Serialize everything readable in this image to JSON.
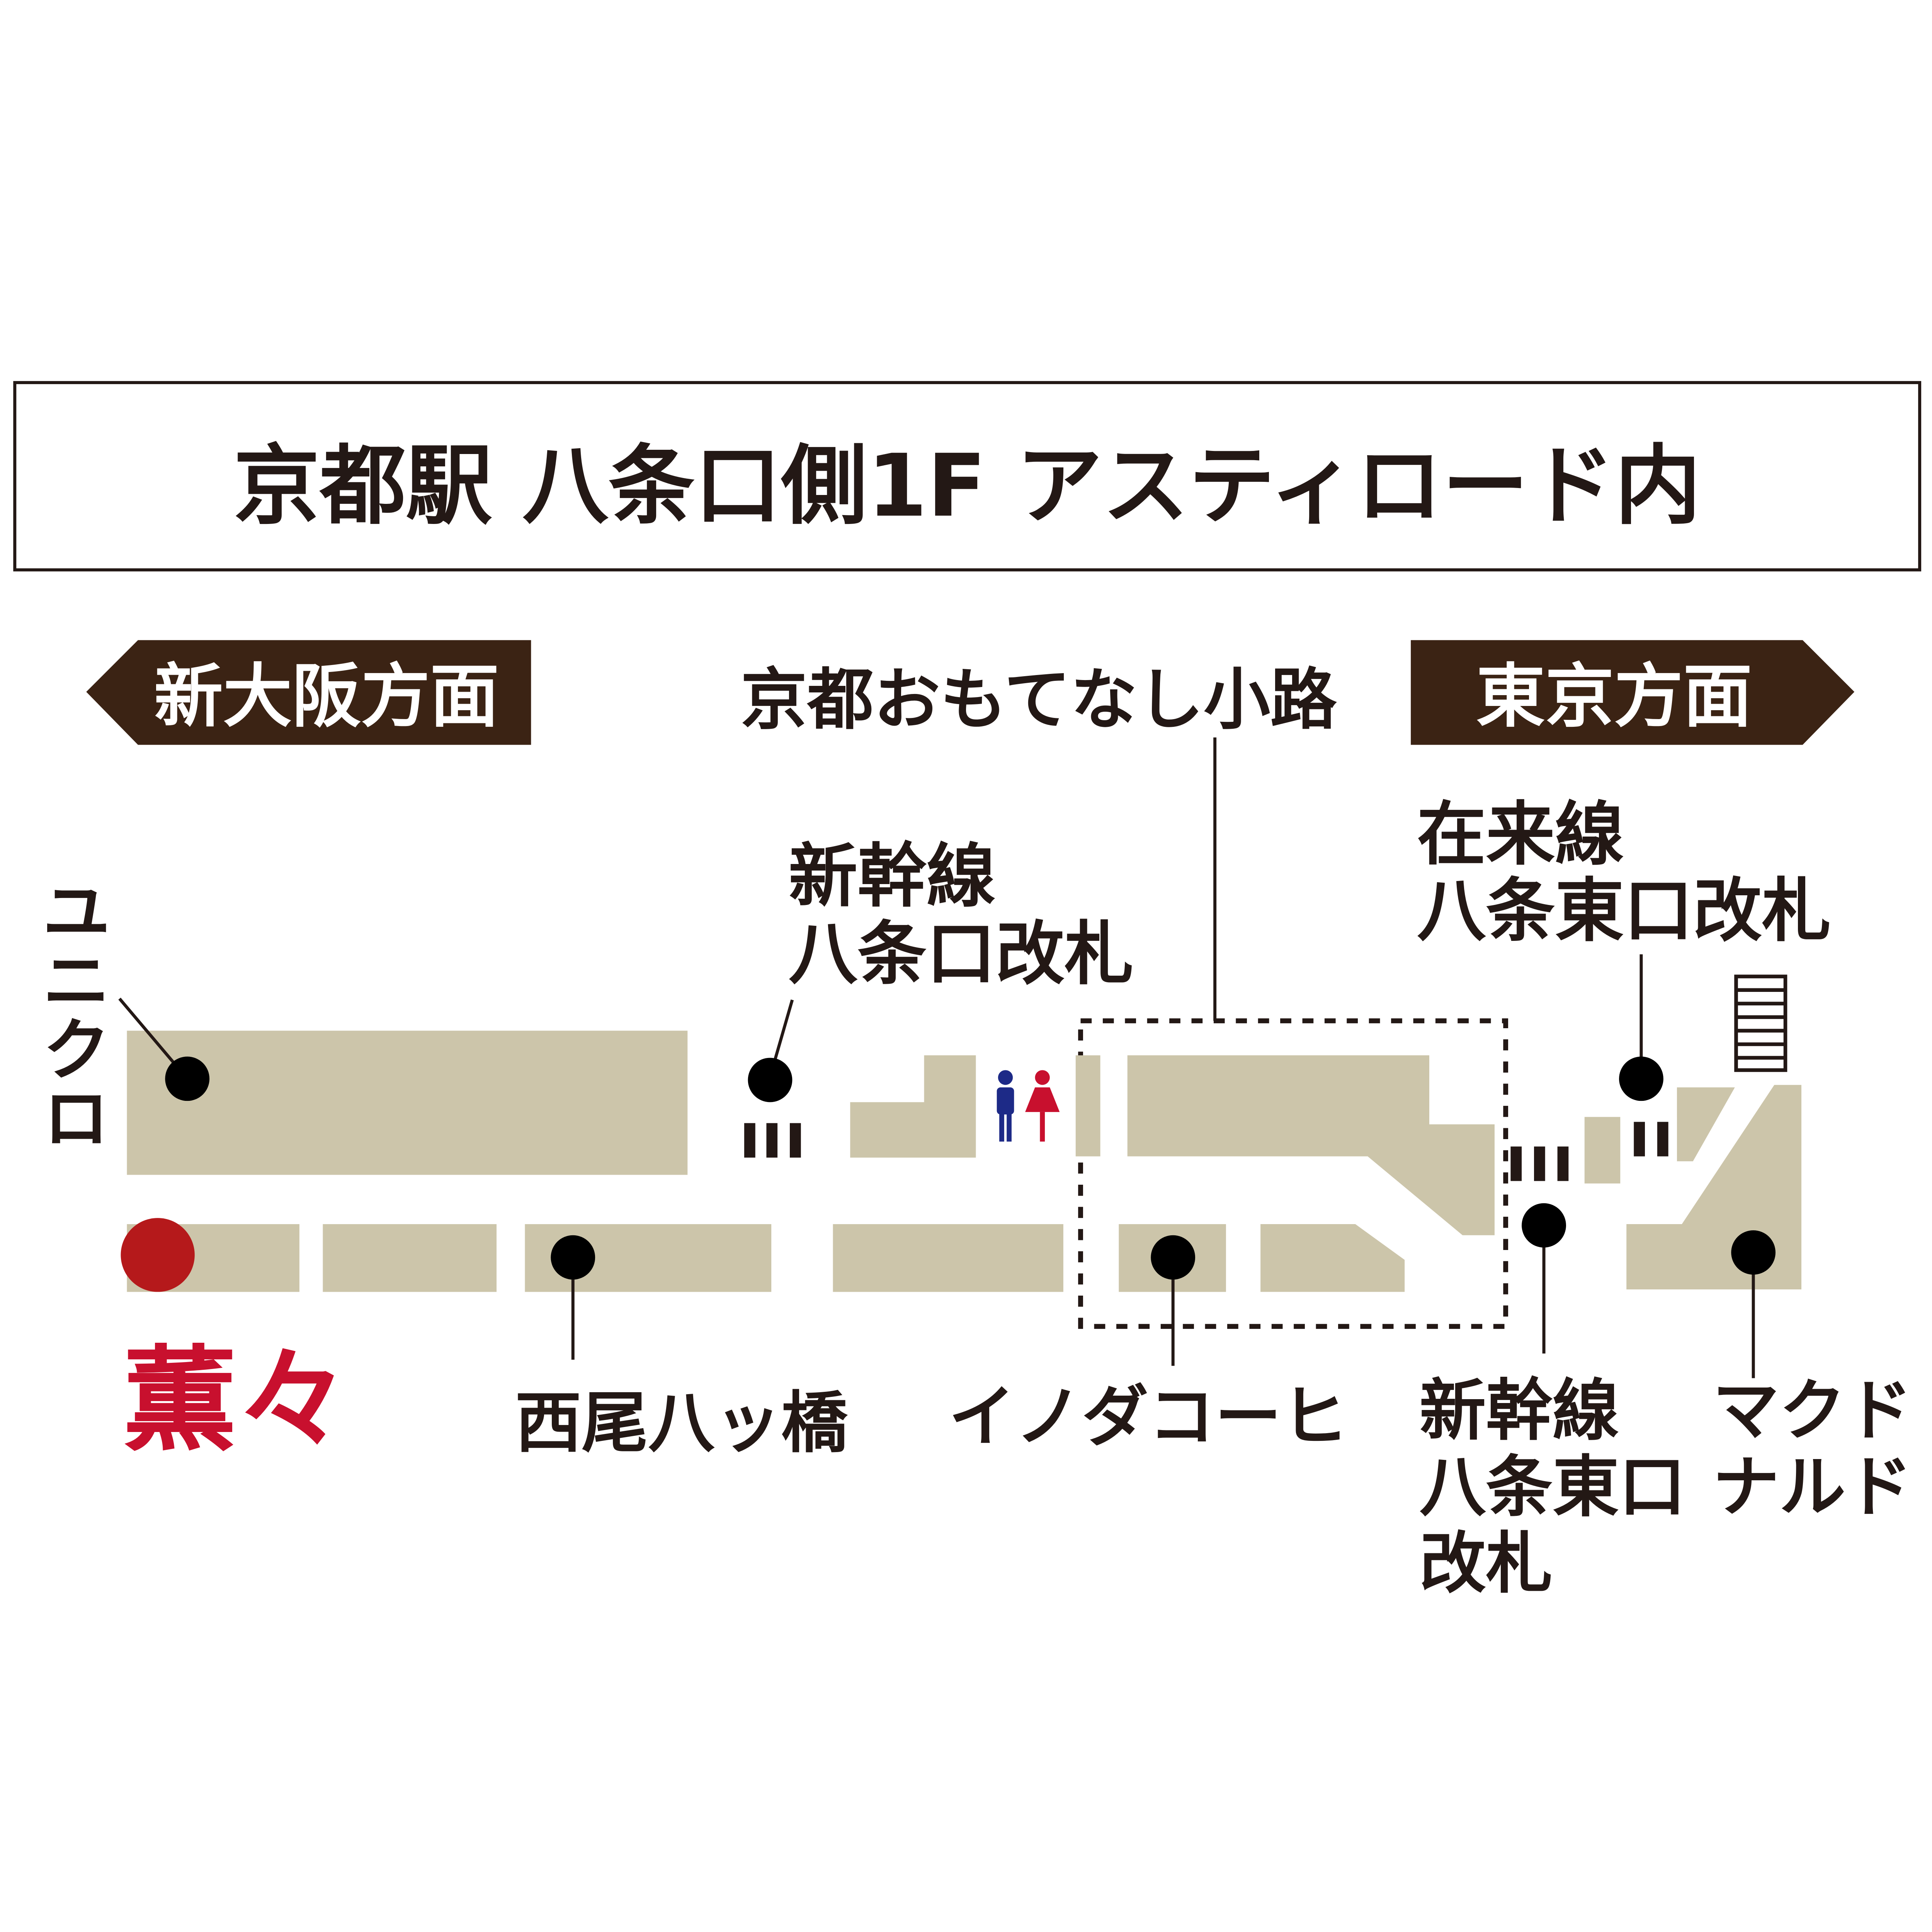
{
  "title": "京都駅 八条口側1F アスティロード内",
  "directions": {
    "west": "新大阪方面",
    "east": "東京方面"
  },
  "area_label": "京都おもてなし小路",
  "labels": {
    "uniqlo": "ユニクロ",
    "shinkansen_hachijo_gate": [
      "新幹線",
      "八条口改札"
    ],
    "zairaisen_hachijo_east_gate": [
      "在来線",
      "八条東口改札"
    ],
    "kaorukaoru": "薫々",
    "nishio_yatsuhashi": "西尾八ッ橋",
    "inoda_coffee": "イノダコーヒ",
    "shinkansen_hachijo_east_gate": [
      "新幹線",
      "八条東口",
      "改札"
    ],
    "mcdonalds": [
      "マクド",
      "ナルド"
    ]
  },
  "colors": {
    "banner": "#3b2314",
    "highlight": "#c8102e",
    "highlight_dot": "#b5191b",
    "block": "#ccc5aa",
    "male": "#1d2a87",
    "female": "#c8102e"
  },
  "icons": [
    "restroom-icon",
    "stairs-icon",
    "ticket-gate-icon"
  ]
}
